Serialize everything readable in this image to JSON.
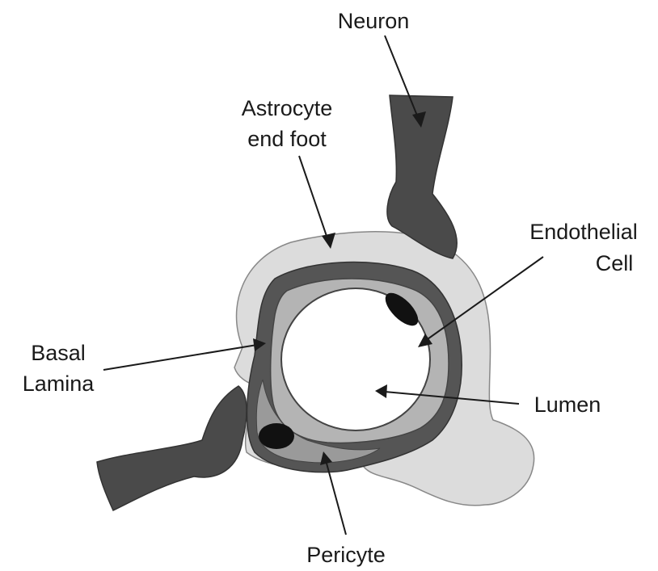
{
  "labels": {
    "neuron": "Neuron",
    "astrocyte_line1": "Astrocyte",
    "astrocyte_line2": "end foot",
    "endothelial_line1": "Endothelial",
    "endothelial_line2": "Cell",
    "basal_line1": "Basal",
    "basal_line2": "Lamina",
    "lumen": "Lumen",
    "pericyte": "Pericyte"
  },
  "colors": {
    "neuron": "#4a4a4a",
    "astrocyte": "#dcdcdc",
    "basal_lamina": "#555555",
    "endothelial": "#b4b4b4",
    "pericyte": "#9a9a9a",
    "nucleus": "#111111",
    "lumen": "#ffffff"
  }
}
